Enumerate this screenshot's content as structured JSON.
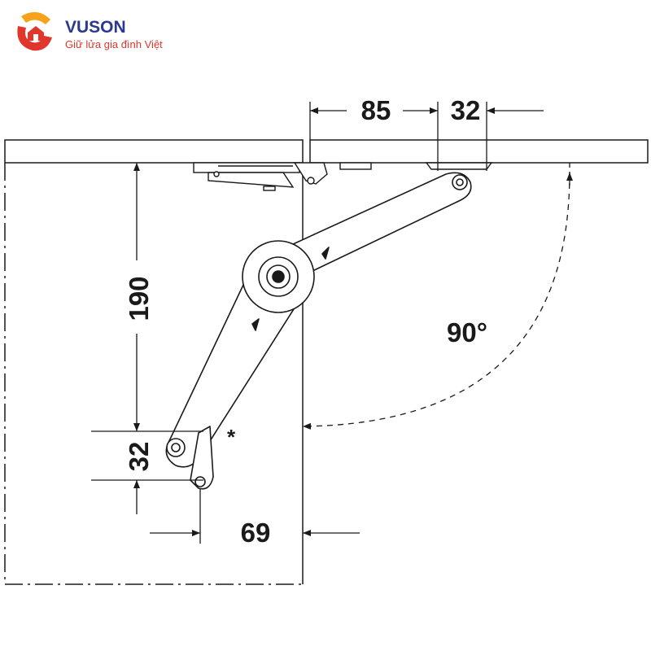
{
  "logo": {
    "brand": "VUSON",
    "tagline": "Giữ lửa gia đình Việt",
    "brand_color": "#2b3990",
    "tagline_color": "#e0362c"
  },
  "dimensions": {
    "top_left": "85",
    "top_right": "32",
    "height": "190",
    "low": "32",
    "bottom": "69",
    "angle": "90°",
    "note_mark": "*"
  },
  "colors": {
    "line": "#1a1a1a",
    "panel_fill": "#ffffff",
    "hinge_fill": "#ffffff"
  }
}
